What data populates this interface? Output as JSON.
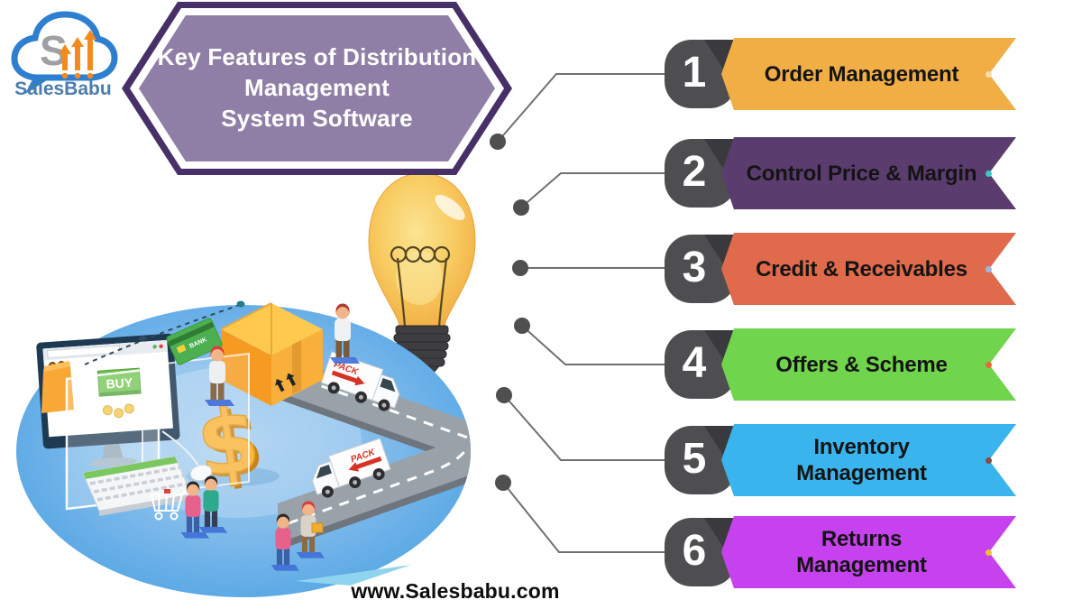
{
  "brand": {
    "name": "SalesBabu",
    "cloud_color": "#2E7FD0",
    "s_color": "#9EA0A3",
    "arrow_color": "#F28A1E",
    "text_color": "#4A7CAC"
  },
  "title": {
    "lines": [
      "Key Features of Distribution",
      "Management",
      "System Software"
    ],
    "border_color": "#473067",
    "fill_color": "#8F7FA6",
    "text_color": "#FFFFFF"
  },
  "badge": {
    "bg": "#4E4E51",
    "fold": "#3A3A3E",
    "number_color": "#FFFFFF"
  },
  "connector": {
    "line_color": "#707070",
    "dot_color": "#4F4F4F"
  },
  "features": [
    {
      "number": "1",
      "label": "Order Management",
      "color": "#F1AE45",
      "accent_dot": "#F6DCAB"
    },
    {
      "number": "2",
      "label": "Control Price & Margin",
      "color": "#5B3C6E",
      "accent_dot": "#3BC8C8"
    },
    {
      "number": "3",
      "label": "Credit & Receivables",
      "color": "#DF6A4C",
      "accent_dot": "#9FB6E0"
    },
    {
      "number": "4",
      "label": "Offers & Scheme",
      "color": "#70D44C",
      "accent_dot": "#E8683C"
    },
    {
      "number": "5",
      "label": "Inventory\nManagement",
      "color": "#3AB4EC",
      "accent_dot": "#8B4A42"
    },
    {
      "number": "6",
      "label": "Returns\nManagement",
      "color": "#C742EF",
      "accent_dot": "#F0C030"
    }
  ],
  "illustration": {
    "monitor_button": "BUY",
    "card_label": "BANK",
    "truck_label": "PACK",
    "ellipse_color": "#4FA3E3",
    "dollar_color": "#F9B740",
    "box_color": "#F69B21",
    "road_color": "#99A1A9"
  },
  "footer": {
    "url": "www.Salesbabu.com"
  }
}
